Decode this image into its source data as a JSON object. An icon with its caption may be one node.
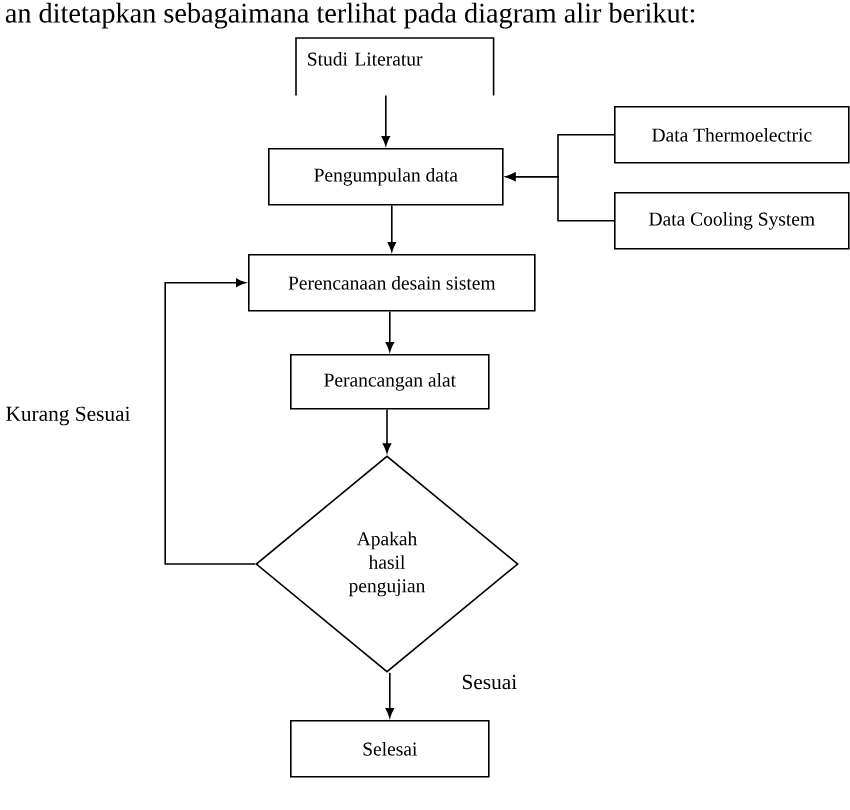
{
  "diagram": {
    "nodes": [
      {
        "text": [
          "Studi Literatur"
        ]
      },
      {
        "text": [
          "Pengumpulan data"
        ]
      },
      {
        "text": [
          "Data Thermoelectric"
        ]
      },
      {
        "text": [
          "Data Cooling System"
        ]
      },
      {
        "text": [
          "Perencanaan desain sistem"
        ]
      },
      {
        "text": [
          "Perancangan alat"
        ]
      },
      {
        "text": [
          "Apakah hasil pengujian"
        ]
      },
      {
        "text": [
          "Selesai"
        ]
      }
    ],
    "edges": [
      {
        "from": 0,
        "to": 1,
        "arrow": "to"
      },
      {
        "from": 2,
        "to": 1,
        "arrow": "to"
      },
      {
        "from": 3,
        "to": 1,
        "arrow": "to"
      },
      {
        "from": 1,
        "to": 4,
        "arrow": "to"
      },
      {
        "from": 4,
        "to": 5,
        "arrow": "to"
      },
      {
        "from": 5,
        "to": 6,
        "arrow": "to"
      },
      {
        "from": 6,
        "to": 4,
        "arrow": "to",
        "label": "Kurang Sesuai"
      },
      {
        "from": 6,
        "to": 7,
        "arrow": "to",
        "label": "Sesuai"
      }
    ],
    "labels": [
      "an ditetapkan sebagaimana terlihat pada diagram alir berikut:"
    ]
  }
}
